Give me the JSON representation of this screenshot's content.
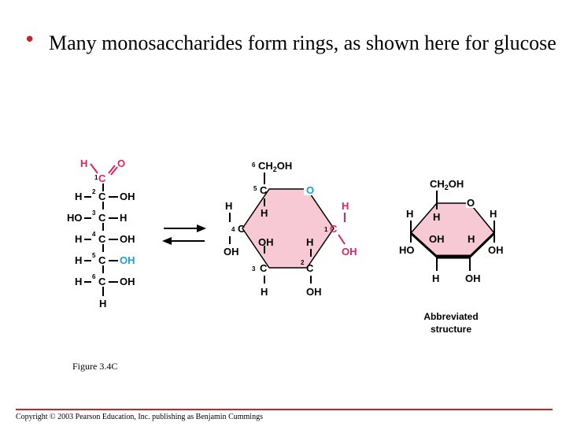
{
  "slide": {
    "bullet_text": "Many monosaccharides form rings, as shown here for glucose",
    "figure_label": "Figure 3.4C",
    "abbrev_caption_line1": "Abbreviated",
    "abbrev_caption_line2": "structure",
    "copyright": "Copyright © 2003 Pearson Education, Inc. publishing as Benjamin Cummings"
  },
  "colors": {
    "bullet": "#c0282d",
    "aldehyde_red": "#e0245e",
    "oxygen_blue": "#1a9ee0",
    "ring_fill": "#f7c9d4",
    "footer_rule": "#c0282d"
  }
}
